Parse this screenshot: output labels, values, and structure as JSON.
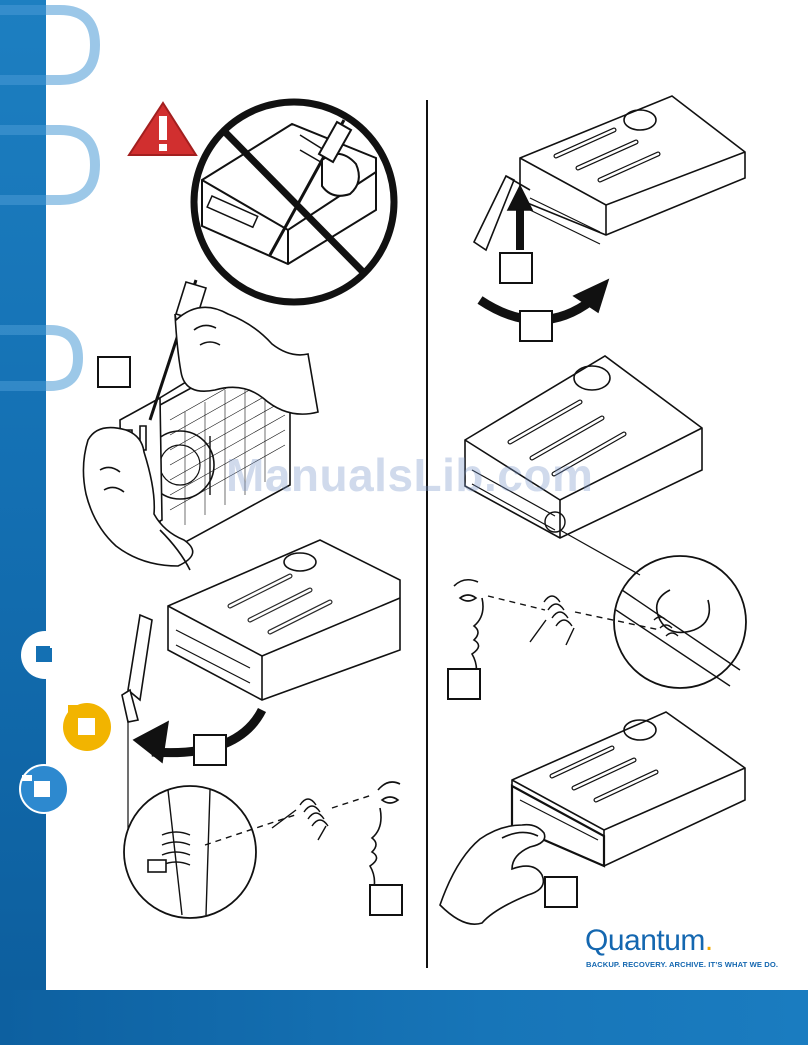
{
  "watermark": {
    "text": "ManualsLib.com"
  },
  "brand": {
    "name": "Quantum",
    "dot": ".",
    "tagline": "BACKUP. RECOVERY. ARCHIVE. IT’S WHAT WE DO."
  },
  "colors": {
    "band_blue": "#1470b3",
    "warning_red": "#d12f2f",
    "brand_blue": "#1467b0",
    "brand_yellow": "#f2a900"
  },
  "icons": {
    "warning": "warning-triangle-icon",
    "prohibited": "no-screwdriver-icon",
    "eye": "eye-inspect-icon"
  }
}
